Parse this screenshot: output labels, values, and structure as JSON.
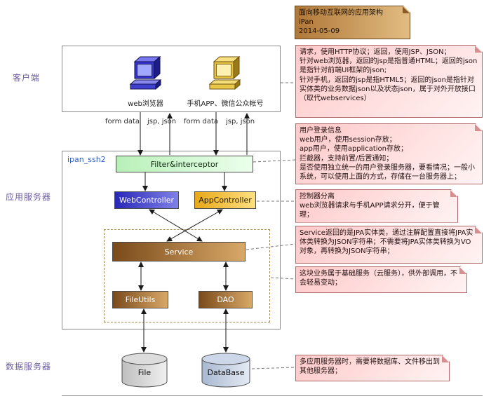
{
  "title_note": {
    "line1": "面向移动互联网的应用架构",
    "line2": "iPan",
    "line3": "2014-05-09"
  },
  "tier_labels": {
    "client": "客户端",
    "app_server": "应用服务器",
    "data_server": "数据服务器"
  },
  "client_tier": {
    "web_browser_label": "web浏览器",
    "mobile_label": "手机APP、微信公众帐号"
  },
  "flows": {
    "web_request": "form data",
    "web_response": "jsp, json",
    "mobile_request": "form data",
    "mobile_response": "jsp, json"
  },
  "app_tier": {
    "package_label": "ipan_ssh2",
    "filter": "Filter&interceptor",
    "web_controller": "WebController",
    "app_controller": "AppController",
    "service": "Service",
    "file_utils": "FileUtils",
    "dao": "DAO"
  },
  "data_tier": {
    "file": "File",
    "database": "DataBase"
  },
  "notes": {
    "http": "请求，使用HTTP协议；返回，使用JSP、JSON；\n针对web浏览器，返回的jsp是指普通HTML；返回的json是指针对前端UI框架的json;\n针对手机，返回的jsp是指HTML5；返回的json是指针对实体类的业务数据json以及状态json，属于对外开放接口（取代webservices）",
    "login": "用户登录信息\nweb用户，使用session存放；\napp用户，使用application存放；\n拦截器，支持前置/后置通知；\n是否使用独立统一的用户登录服务器，要看情况；一般小系统，可以使用上面的方式，存储在一台服务器上；",
    "controller": "控制器分离\nweb浏览器请求与手机APP请求分开，便于管理；",
    "service_jpa": "Service返回的是JPA实体类，通过注解配置直接将JPA实体类转换为JSON字符串；不需要将JPA实体类转换为VO对象，再转换为JSON字符串；",
    "cloud": "这块业务属于基础服务（云服务），供外部调用，不会轻易变动；",
    "multi_server": "多应用服务器时，需要将数据库、文件移出到其他服务器；"
  },
  "colors": {
    "note_pink": "#ffc9c9",
    "note_border": "#b06868",
    "title_note_brown": "#b07838",
    "filter_green": "#b8f0b8",
    "controller_blue": "#2828b8",
    "controller_gold": "#e8a818",
    "service_brown": "#7a4a1a",
    "tier_label_purple": "#6a5a9e",
    "package_label_blue": "#3060c0",
    "file_cylinder_gray": "#bfbfbf",
    "database_cylinder_blue": "#a8b8d0"
  }
}
